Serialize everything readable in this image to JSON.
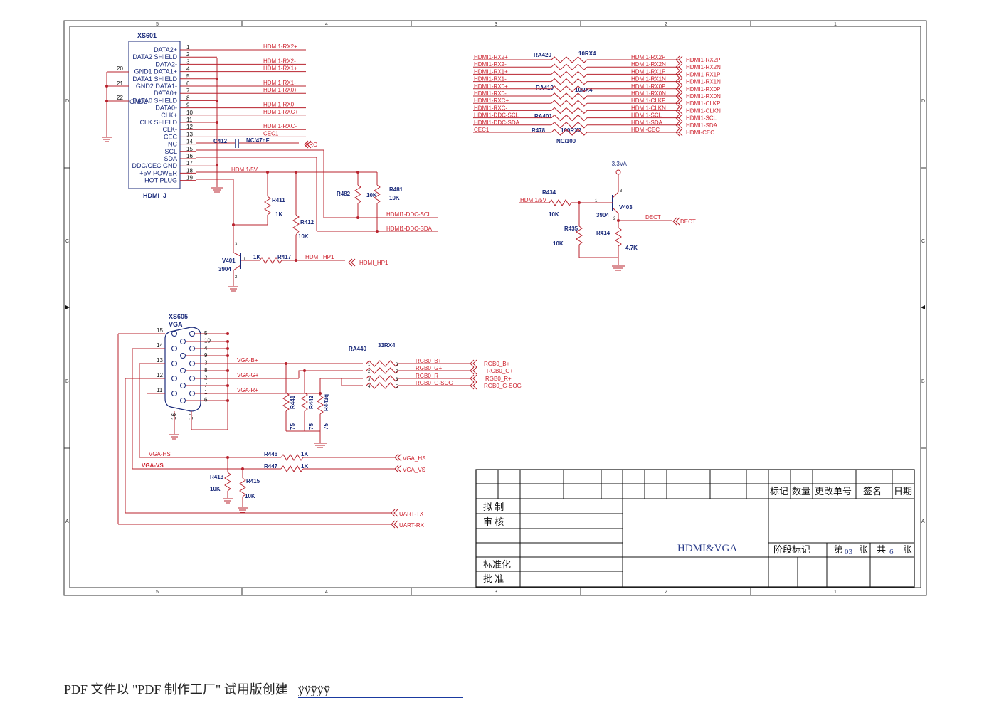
{
  "frame": {
    "col_top": [
      "5",
      "4",
      "3",
      "2",
      "1"
    ],
    "col_bottom": [
      "5",
      "4",
      "3",
      "2",
      "1"
    ],
    "rows": [
      "D",
      "C",
      "B",
      "A"
    ]
  },
  "hdmi_connector": {
    "ref": "XS601",
    "name": "HDMI_J",
    "pin_labels": [
      "DATA2+",
      "DATA2 SHIELD",
      "DATA2-",
      "GND1 DATA1+",
      "DATA1 SHIELD",
      "GND2 DATA1-",
      "DATA0+",
      "DATA0 SHIELD",
      "DATA0-",
      "CLK+",
      "CLK SHIELD",
      "CLK-",
      "CEC",
      "NC",
      "SCL",
      "SDA",
      "DDC/CEC GND",
      "+5V POWER",
      "HOT PLUG"
    ],
    "pins": [
      "1",
      "2",
      "3",
      "4",
      "5",
      "6",
      "7",
      "8",
      "9",
      "10",
      "11",
      "12",
      "13",
      "14",
      "15",
      "16",
      "17",
      "18",
      "19"
    ],
    "gnd_pins": [
      "20",
      "21",
      "22"
    ],
    "overlap_label": "GND3",
    "nets": [
      "HDMI1-RX2+",
      "",
      "HDMI1-RX2-",
      "HDMI1-RX1+",
      "",
      "HDMI1-RX1-",
      "HDMI1-RX0+",
      "",
      "HDMI1-RX0-",
      "HDMI1-RXC+",
      "",
      "HDMI1-RXC-",
      "CEC1"
    ]
  },
  "cap": {
    "ref": "C412",
    "value": "NC/47nF",
    "out": "ARC"
  },
  "hdmi_5v": "HDMI1/5V",
  "resistors_left": [
    {
      "ref": "R411",
      "value": "1K"
    },
    {
      "ref": "R412",
      "value": "10K"
    },
    {
      "ref": "R482",
      "value": "10K"
    },
    {
      "ref": "R481",
      "value": "10K"
    },
    {
      "ref": "R417",
      "value": "1K"
    }
  ],
  "ddc_nets": [
    "HDMI1-DDC-SCL",
    "HDMI1-DDC-SDA"
  ],
  "v401": {
    "ref": "V401",
    "part": "3904",
    "pin1": "1",
    "pin2": "2",
    "pin3": "3"
  },
  "hp": {
    "net": "HDMI_HP1",
    "port": "HDMI_HP1"
  },
  "rpack": {
    "ra420": "RA420",
    "ra420v": "10RX4",
    "ra419": "RA419",
    "ra419v": "10RX4",
    "ra401": "RA401",
    "ra401v": "100RX2",
    "r478": "R478",
    "r478v": "NC/100",
    "left": [
      "HDMI1-RX2+",
      "HDMI1-RX2-",
      "HDMI1-RX1+",
      "HDMI1-RX1-",
      "HDMI1-RX0+",
      "HDMI1-RX0-",
      "HDMI1-RXC+",
      "HDMI1-RXC-",
      "HDMI1-DDC-SCL",
      "HDMI1-DDC-SDA",
      "CEC1"
    ],
    "right": [
      "HDMI1-RX2P",
      "HDMI1-RX2N",
      "HDMI1-RX1P",
      "HDMI1-RX1N",
      "HDMI1-RX0P",
      "HDMI1-RX0N",
      "HDMI1-CLKP",
      "HDMI1-CLKN",
      "HDMI1-SCL",
      "HDMI1-SDA",
      "HDMI-CEC"
    ],
    "ports": [
      "HDMI1-RX2P",
      "HDMI1-RX2N",
      "HDMI1-RX1P",
      "HDMI1-RX1N",
      "HDMI1-RX0P",
      "HDMI1-RX0N",
      "HDMI1-CLKP",
      "HDMI1-CLKN",
      "HDMI1-SCL",
      "HDMI1-SDA",
      "HDMI-CEC"
    ]
  },
  "detect": {
    "supply": "+3.3VA",
    "net_in": "HDMI1/5V",
    "r434": "R434",
    "r434v": "10K",
    "r435": "R435",
    "r435v": "10K",
    "r414": "R414",
    "r414v": "4.7K",
    "q": "V403",
    "qpart": "3904",
    "net": "DECT",
    "port": "DECT",
    "pin1": "1",
    "pin2": "2",
    "pin3": "3"
  },
  "vga": {
    "ref": "XS605",
    "name": "VGA",
    "left_pins": [
      "15",
      "14",
      "13",
      "12",
      "11"
    ],
    "right_pins": [
      "5",
      "10",
      "4",
      "9",
      "3",
      "8",
      "2",
      "7",
      "1",
      "6"
    ],
    "bottom_pins": [
      "16",
      "17"
    ],
    "nets": [
      "VGA-B+",
      "VGA-G+",
      "VGA-R+"
    ],
    "ra440": "RA440",
    "ra440v": "33RX4",
    "pack_pins": [
      "1",
      "8",
      "2",
      "7",
      "3",
      "6",
      "4",
      "5"
    ],
    "out_nets": [
      "RGB0_B+",
      "RGB0_G+",
      "RGB0_R+",
      "RGB0_G-SOG"
    ],
    "out_ports": [
      "RGB0_B+",
      "RGB0_G+",
      "RGB0_R+",
      "RGB0_G-SOG"
    ],
    "term": [
      {
        "ref": "R441",
        "value": "75"
      },
      {
        "ref": "R442",
        "value": "75"
      },
      {
        "ref": "R443q",
        "value": "75"
      }
    ],
    "hs": "VGA-HS",
    "vs": "VGA-VS",
    "hs_port": "VGA_HS",
    "vs_port": "VGA_VS",
    "r446": "R446",
    "r446v": "1K",
    "r447": "R447",
    "r447v": "1K",
    "r413": "R413",
    "r413v": "10K",
    "r415": "R415",
    "r415v": "10K",
    "uart_tx": "UART-TX",
    "uart_rx": "UART-RX"
  },
  "title_block": {
    "headers": [
      "标记",
      "数量",
      "更改单号",
      "签名",
      "日期"
    ],
    "rows": [
      "拟 制",
      "审 核",
      "",
      "标准化",
      "批 准"
    ],
    "title": "HDMI&VGA",
    "stage": "阶段标记",
    "sheet_pre": "第",
    "sheet_no": "03",
    "sheet_mid": "张",
    "total_pre": "共",
    "total_no": "6",
    "total_post": "张"
  },
  "footer": {
    "text": "PDF 文件以 \"PDF 制作工厂\" 试用版创建",
    "link": "ÿÿÿÿÿ"
  }
}
